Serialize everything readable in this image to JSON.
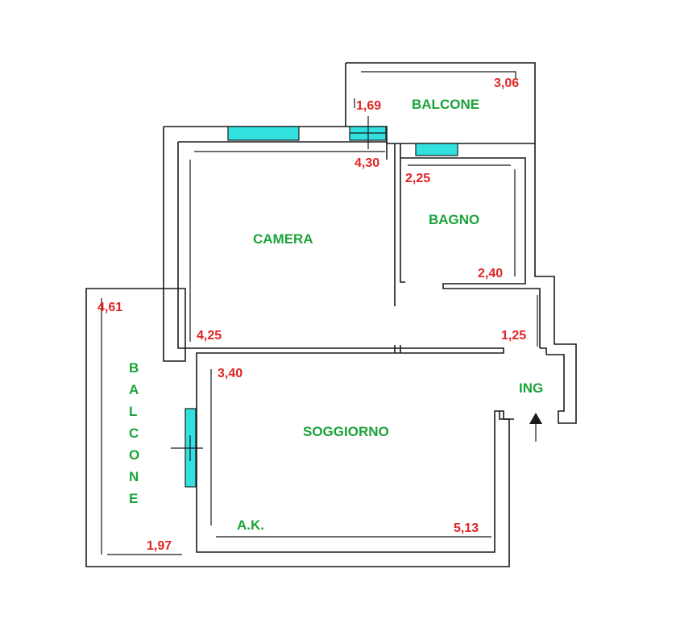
{
  "rooms": {
    "balcone_top": "BALCONE",
    "camera": "CAMERA",
    "bagno": "BAGNO",
    "soggiorno": "SOGGIORNO",
    "ing": "ING",
    "ak": "A.K.",
    "balcone_left_letters": [
      "B",
      "A",
      "L",
      "C",
      "O",
      "N",
      "E"
    ]
  },
  "dimensions": {
    "balcone_top_width": "3,06",
    "balcone_top_depth": "1,69",
    "camera_width": "4,30",
    "bagno_width": "2,25",
    "bagno_depth": "2,40",
    "balcone_left_length": "4,61",
    "camera_depth": "4,25",
    "ingresso": "1,25",
    "soggiorno_depth": "3,40",
    "soggiorno_width": "5,13",
    "balcone_left_width": "1,97"
  },
  "colors": {
    "dimension_text": "#e02424",
    "room_text": "#1aa33a",
    "window_fill": "#33e0e0",
    "wall": "#1a1a1a"
  },
  "icons": {
    "entrance": "up-arrow-icon"
  }
}
